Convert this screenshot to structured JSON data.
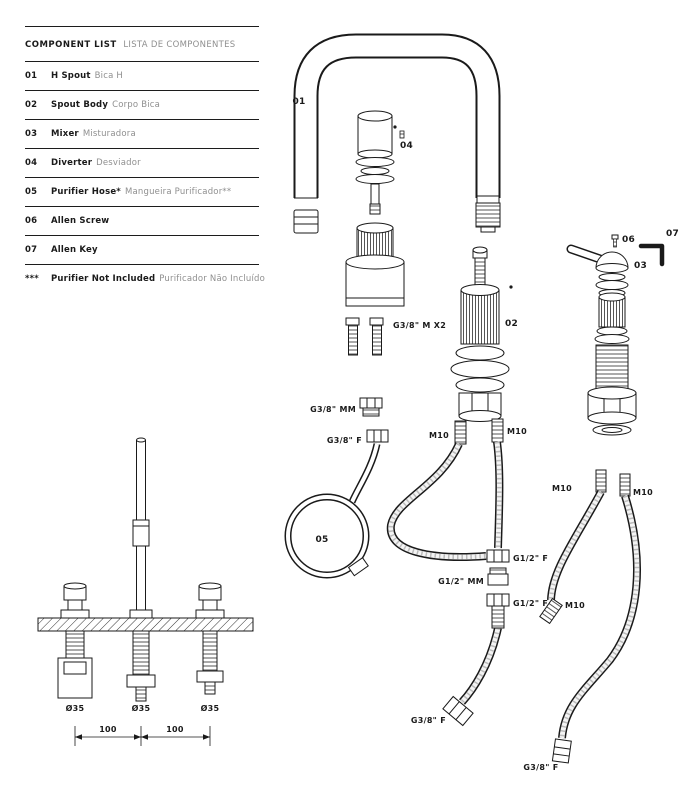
{
  "colors": {
    "ink": "#1a1a1a",
    "muted": "#8f8f8f"
  },
  "component_list": {
    "title_en": "COMPONENT LIST",
    "title_pt": "LISTA DE COMPONENTES",
    "items": [
      {
        "num": "01",
        "en": "H Spout",
        "pt": "Bica H"
      },
      {
        "num": "02",
        "en": "Spout Body",
        "pt": "Corpo Bica"
      },
      {
        "num": "03",
        "en": "Mixer",
        "pt": "Misturadora"
      },
      {
        "num": "04",
        "en": "Diverter",
        "pt": "Desviador"
      },
      {
        "num": "05",
        "en": "Purifier Hose*",
        "pt": "Mangueira Purificador**"
      },
      {
        "num": "06",
        "en": "Allen Screw",
        "pt": ""
      },
      {
        "num": "07",
        "en": "Allen Key",
        "pt": ""
      },
      {
        "num": "***",
        "en": "Purifier Not Included",
        "pt": "Purificador Não Incluído"
      }
    ]
  },
  "labels": {
    "l01": "01",
    "l02": "02",
    "l03": "03",
    "l04": "04",
    "l05": "05",
    "l06": "06",
    "l07": "07",
    "g38mx2": "G3/8\" M X2",
    "g38mm": "G3/8\" MM",
    "g38f": "G3/8\" F",
    "m10": "M10",
    "g12f": "G1/2\" F",
    "g12mm": "G1/2\" MM",
    "dia35": "Ø35",
    "dim100": "100"
  }
}
